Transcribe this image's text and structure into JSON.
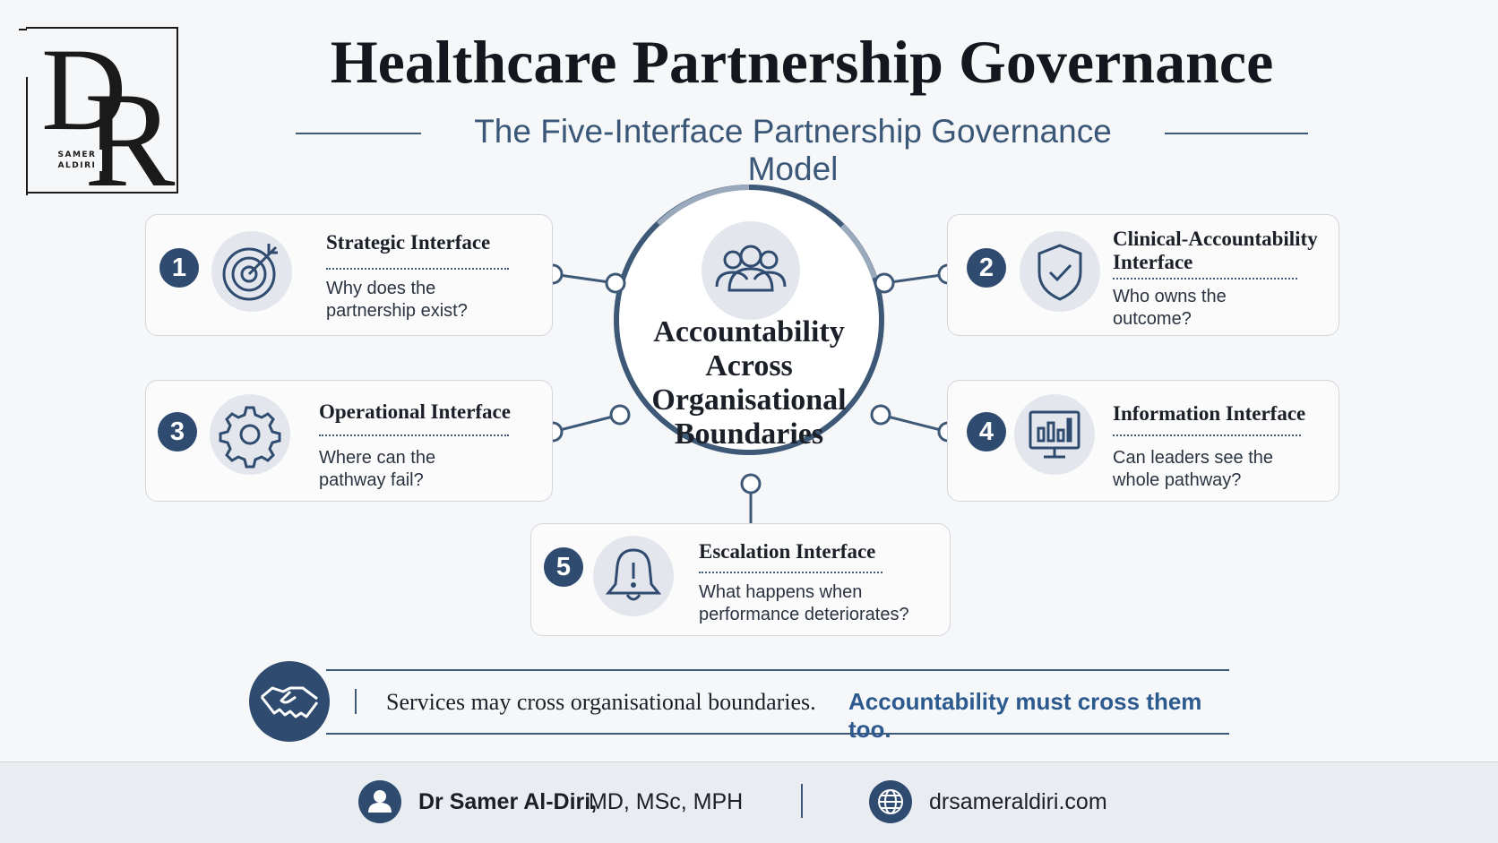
{
  "logo": {
    "letters": "DR",
    "text": "SAMER ALDIRI"
  },
  "title": "Healthcare Partnership Governance",
  "subtitle": "The Five-Interface Partnership Governance Model",
  "hub": {
    "label": "Accountability Across Organisational Boundaries",
    "icon": "people-group-icon"
  },
  "interfaces": [
    {
      "number": "1",
      "title": "Strategic Interface",
      "question": "Why does the partnership exist?",
      "icon": "target-icon"
    },
    {
      "number": "2",
      "title": "Clinical-Accountability Interface",
      "question": "Who owns the outcome?",
      "icon": "shield-check-icon"
    },
    {
      "number": "3",
      "title": "Operational Interface",
      "question": "Where can the pathway fail?",
      "icon": "gear-icon"
    },
    {
      "number": "4",
      "title": "Information Interface",
      "question": "Can leaders see the whole pathway?",
      "icon": "monitor-chart-icon"
    },
    {
      "number": "5",
      "title": "Escalation Interface",
      "question": "What happens when performance deteriorates?",
      "icon": "bell-alert-icon"
    }
  ],
  "tagline": {
    "part1": "Services may cross organisational boundaries.",
    "part2": "Accountability must cross them too.",
    "icon": "handshake-icon"
  },
  "footer": {
    "name": "Dr Samer Al-Diri,",
    "credentials": "MD, MSc, MPH",
    "website": "drsameraldiri.com",
    "person_icon": "person-icon",
    "globe_icon": "globe-icon"
  },
  "colors": {
    "navy": "#2f4b6f",
    "accent_blue": "#2c5a8f",
    "subtitle": "#3a5778",
    "background": "#f6f7f9"
  }
}
